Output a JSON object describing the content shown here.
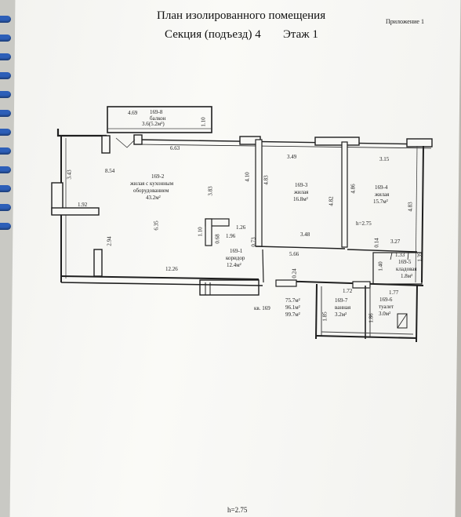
{
  "header": {
    "title": "План изолированного помещения",
    "subtitle_section": "Секция (подъезд) 4",
    "subtitle_floor": "Этаж 1",
    "appendix": "Приложение 1"
  },
  "rooms": {
    "balcony": {
      "id": "169-8",
      "name": "балкон",
      "area": "3.6(5.2м²)"
    },
    "living_kitchen": {
      "id": "169-2",
      "name_line1": "жилая с кухонным",
      "name_line2": "оборудованием",
      "area": "43.2м²"
    },
    "room3": {
      "id": "169-3",
      "name": "жилая",
      "area": "16.8м²"
    },
    "room4": {
      "id": "169-4",
      "name": "жилая",
      "area": "15.7м²"
    },
    "corridor": {
      "id": "169-1",
      "name": "коридор",
      "area": "12.4м²"
    },
    "storage": {
      "id": "169-5",
      "name": "кладовая",
      "area": "1.8м²"
    },
    "bathroom": {
      "id": "169-7",
      "name": "ванная",
      "area": "3.2м²"
    },
    "toilet": {
      "id": "169-6",
      "name": "туалет",
      "area": "3.0м²"
    }
  },
  "apartment": {
    "label": "кв. 169",
    "area1": "75.7м²",
    "area2": "96.1м²",
    "area3": "99.7м²"
  },
  "heights": {
    "inner": "h=2.75",
    "footer": "h=2.75"
  },
  "dimensions": {
    "d_469": "4.69",
    "d_110": "1.10",
    "d_663": "6.63",
    "d_343": "3.43",
    "d_854": "8.54",
    "d_192": "1.92",
    "d_635": "6.35",
    "d_294": "2.94",
    "d_383": "3.83",
    "d_410": "4.10",
    "d_349": "3.49",
    "d_483a": "4.83",
    "d_482": "4.82",
    "d_486": "4.86",
    "d_315": "3.15",
    "d_483b": "4.83",
    "d_126": "1.26",
    "d_110b": "1.10",
    "d_068": "0.68",
    "d_196": "1.96",
    "d_073": "0.73",
    "d_348": "3.48",
    "d_014": "0.14",
    "d_327": "3.27",
    "d_566": "5.66",
    "d_1226": "12.26",
    "d_133": "1.33",
    "d_140": "1.40",
    "d_139": "1.39",
    "d_024": "0.24",
    "d_172": "1.72",
    "d_177": "1.77",
    "d_185": "1.85",
    "d_186": "1.86"
  }
}
